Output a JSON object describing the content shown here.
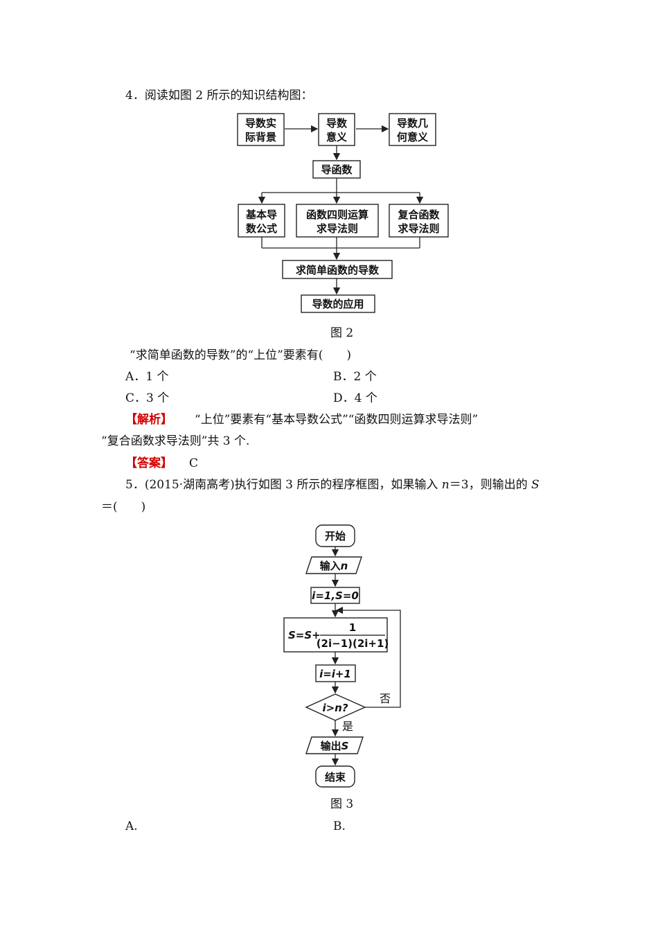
{
  "q4": {
    "stem": "4．阅读如图 2 所示的知识结构图：",
    "fig_caption": "图 2",
    "question": "“求简单函数的导数”的“上位”要素有(　　)",
    "options": {
      "A": "A．1 个",
      "B": "B．2 个",
      "C": "C．3 个",
      "D": "D．4 个"
    },
    "analysis_tag": "【解析】",
    "analysis_line1": "“上位”要素有“基本导数公式”“函数四则运算求导法则”",
    "analysis_line2": "“复合函数求导法则”共 3 个.",
    "answer_tag": "【答案】",
    "answer": "C",
    "diagram": {
      "bg_l1": "导数实",
      "bg_l2": "际背景",
      "yy_l1": "导数",
      "yy_l2": "意义",
      "jh_l1": "导数几",
      "jh_l2": "何意义",
      "hs": "导函数",
      "jb_l1": "基本导",
      "jb_l2": "数公式",
      "sz_l1": "函数四则运算",
      "sz_l2": "求导法则",
      "fh_l1": "复合函数",
      "fh_l2": "求导法则",
      "qj": "求简单函数的导数",
      "yyy": "导数的应用"
    }
  },
  "q5": {
    "line1_prefix": "5．(2015·",
    "line1_source": "湖南高考",
    "line1_main": ")执行如图 3 所示的程序框图，如果输入 ",
    "var_n": "n",
    "line1_eq": "＝3，则输出的 ",
    "var_S": "S",
    "line2": "＝(　　)",
    "fig_caption": "图 3",
    "options": {
      "A": "A.",
      "B": "B."
    },
    "flow": {
      "start": "开始",
      "input_text": "输入",
      "input_var": "n",
      "init": "i=1,S=0",
      "assign_prefix": "S=S+",
      "frac_num": "1",
      "frac_den": "(2i−1)(2i+1)",
      "incr": "i=i+1",
      "cond": "i>n?",
      "no": "否",
      "yes": "是",
      "output_text": "输出",
      "output_var": "S",
      "end": "结束"
    }
  }
}
